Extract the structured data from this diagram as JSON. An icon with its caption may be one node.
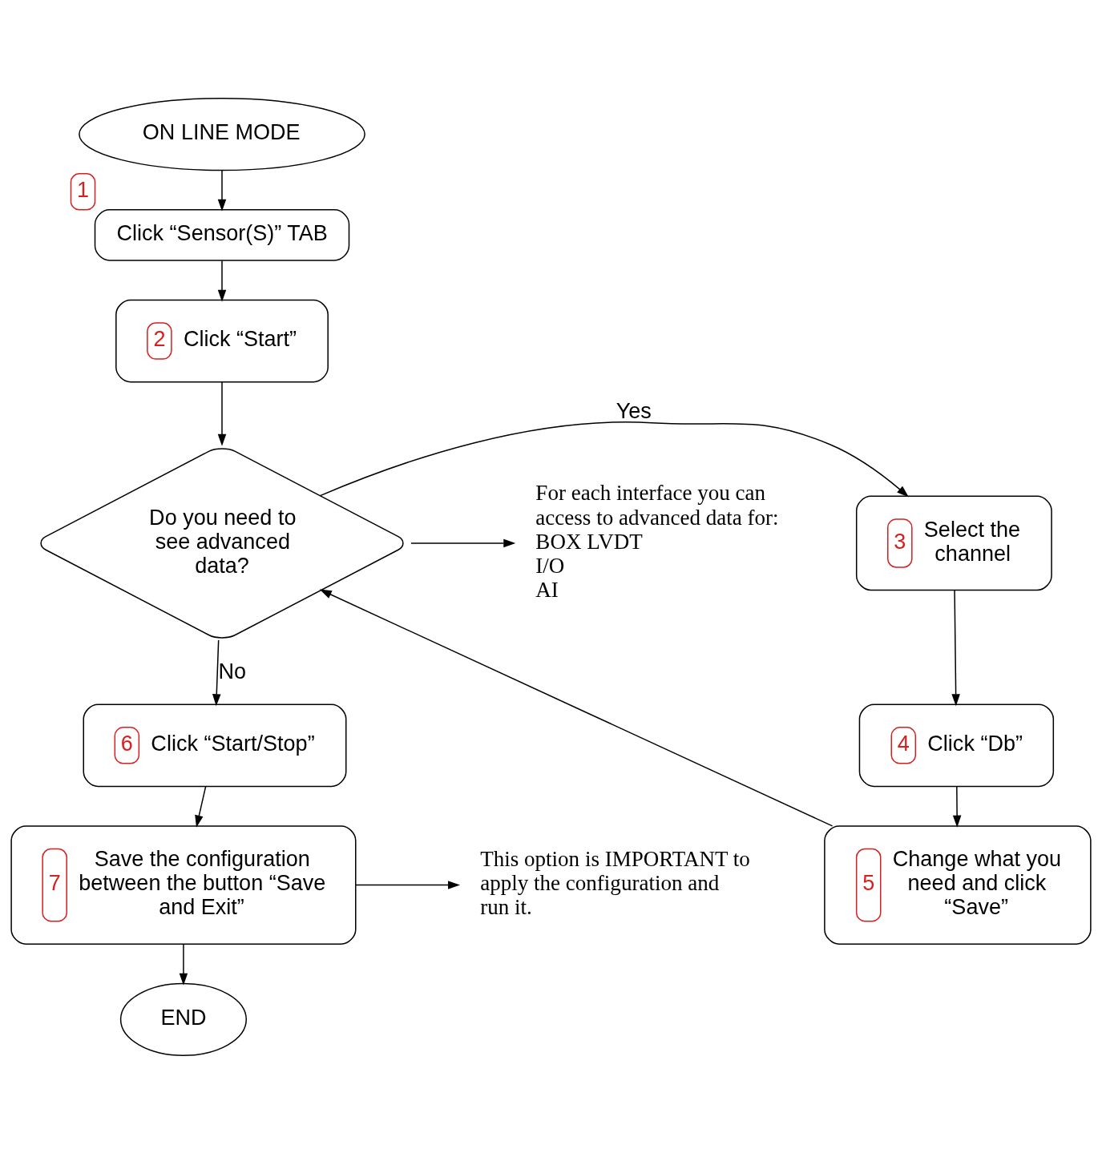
{
  "diagram": {
    "nodes": [
      {
        "text": [
          "ON LINE MODE"
        ]
      },
      {
        "text": [
          "Click “Sensor(S)” TAB"
        ],
        "beside": [
          "1"
        ]
      },
      {
        "text": [
          "2",
          "Click “Start”"
        ]
      },
      {
        "text": [
          "Do you need to see advanced data?"
        ]
      },
      {
        "text": [
          "3",
          "Select the channel"
        ]
      },
      {
        "text": [
          "4",
          "Click “Db”"
        ]
      },
      {
        "text": [
          "5",
          "Change what you need and click “Save”"
        ]
      },
      {
        "text": [
          "6",
          "Click “Start/Stop”"
        ]
      },
      {
        "text": [
          "7",
          "Save the configuration between the button “Save and Exit”"
        ]
      },
      {
        "text": [
          "END"
        ]
      },
      {
        "text": [
          "For each interface you can access to advanced data for:",
          "BOX LVDT",
          "I/O",
          "AI"
        ]
      },
      {
        "text": [
          "This option is IMPORTANT to apply the configuration and run it."
        ]
      }
    ],
    "edges": [
      {
        "from": 0,
        "to": 1,
        "arrow": "to"
      },
      {
        "from": 1,
        "to": 2,
        "arrow": "to"
      },
      {
        "from": 2,
        "to": 3,
        "arrow": "to"
      },
      {
        "from": 3,
        "to": 4,
        "arrow": "to",
        "label": "Yes"
      },
      {
        "from": 4,
        "to": 5,
        "arrow": "to"
      },
      {
        "from": 5,
        "to": 6,
        "arrow": "to"
      },
      {
        "from": 6,
        "to": 3,
        "arrow": "to"
      },
      {
        "from": 3,
        "to": 7,
        "arrow": "to",
        "label": "No"
      },
      {
        "from": 7,
        "to": 8,
        "arrow": "to"
      },
      {
        "from": 8,
        "to": 9,
        "arrow": "to"
      },
      {
        "from": 3,
        "to": 10,
        "arrow": "to"
      },
      {
        "from": 8,
        "to": 11,
        "arrow": "to"
      }
    ]
  }
}
